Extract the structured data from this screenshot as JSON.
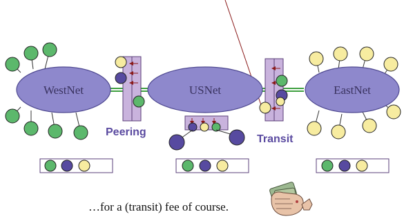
{
  "networks": {
    "west": "WestNet",
    "us": "USNet",
    "east": "EastNet"
  },
  "relationships": {
    "peering": "Peering",
    "transit": "Transit"
  },
  "caption": "…for a (transit) fee of course.",
  "colors": {
    "network_fill": "#8e88cc",
    "network_stroke": "#4e4890",
    "router_panel": "#c9b3dd",
    "router_panel_stroke": "#5a3f78",
    "green_node": "#5cb86c",
    "purple_node": "#574aa0",
    "yellow_node": "#f7eca0",
    "link_green": "#3fa040",
    "arrow_red": "#8a1a1a"
  },
  "icons": {
    "money_hand": "hand-holding-money-icon"
  }
}
